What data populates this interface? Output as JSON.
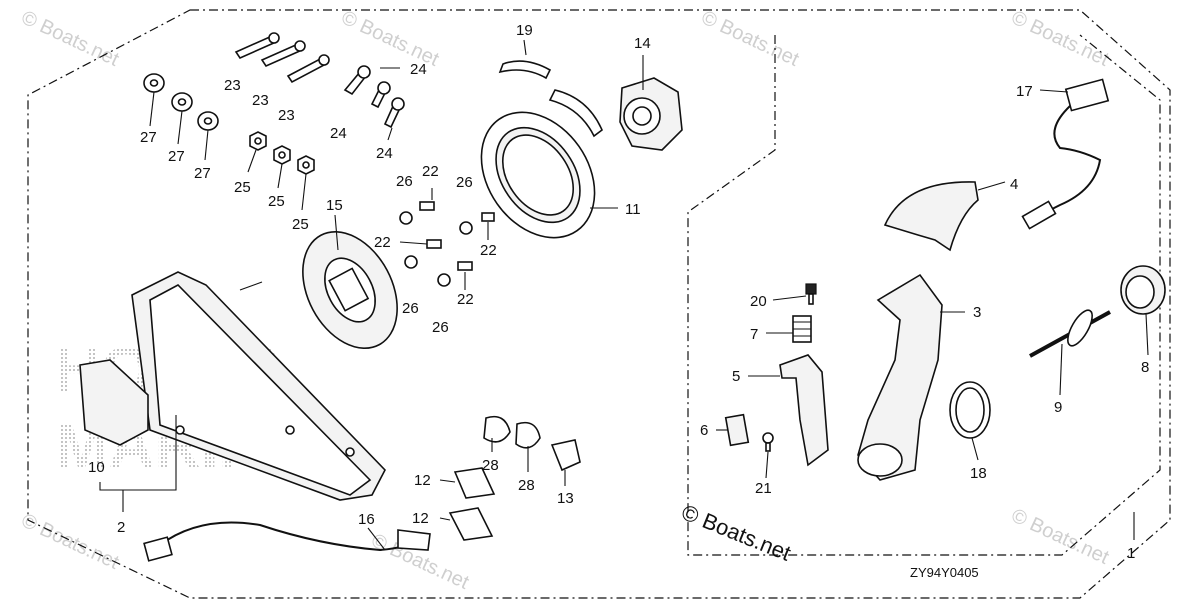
{
  "diagram": {
    "image_code": "ZY94Y0405",
    "copyright_text": "© Boats.net",
    "watermark_text": "© Boats.net",
    "background_lettering": [
      "HONDA",
      "MARINE"
    ],
    "callouts": {
      "c1": "1",
      "c2": "2",
      "c3": "3",
      "c4": "4",
      "c5": "5",
      "c6": "6",
      "c7": "7",
      "c8": "8",
      "c9": "9",
      "c10": "10",
      "c11": "11",
      "c12a": "12",
      "c12b": "12",
      "c13": "13",
      "c14": "14",
      "c15": "15",
      "c16": "16",
      "c17": "17",
      "c18": "18",
      "c19": "19",
      "c20": "20",
      "c21": "21",
      "c22a": "22",
      "c22b": "22",
      "c22c": "22",
      "c22d": "22",
      "c23a": "23",
      "c23b": "23",
      "c23c": "23",
      "c24a": "24",
      "c24b": "24",
      "c24c": "24",
      "c25a": "25",
      "c25b": "25",
      "c25c": "25",
      "c26a": "26",
      "c26b": "26",
      "c26c": "26",
      "c26d": "26",
      "c27a": "27",
      "c27b": "27",
      "c27c": "27",
      "c28a": "28",
      "c28b": "28"
    }
  }
}
